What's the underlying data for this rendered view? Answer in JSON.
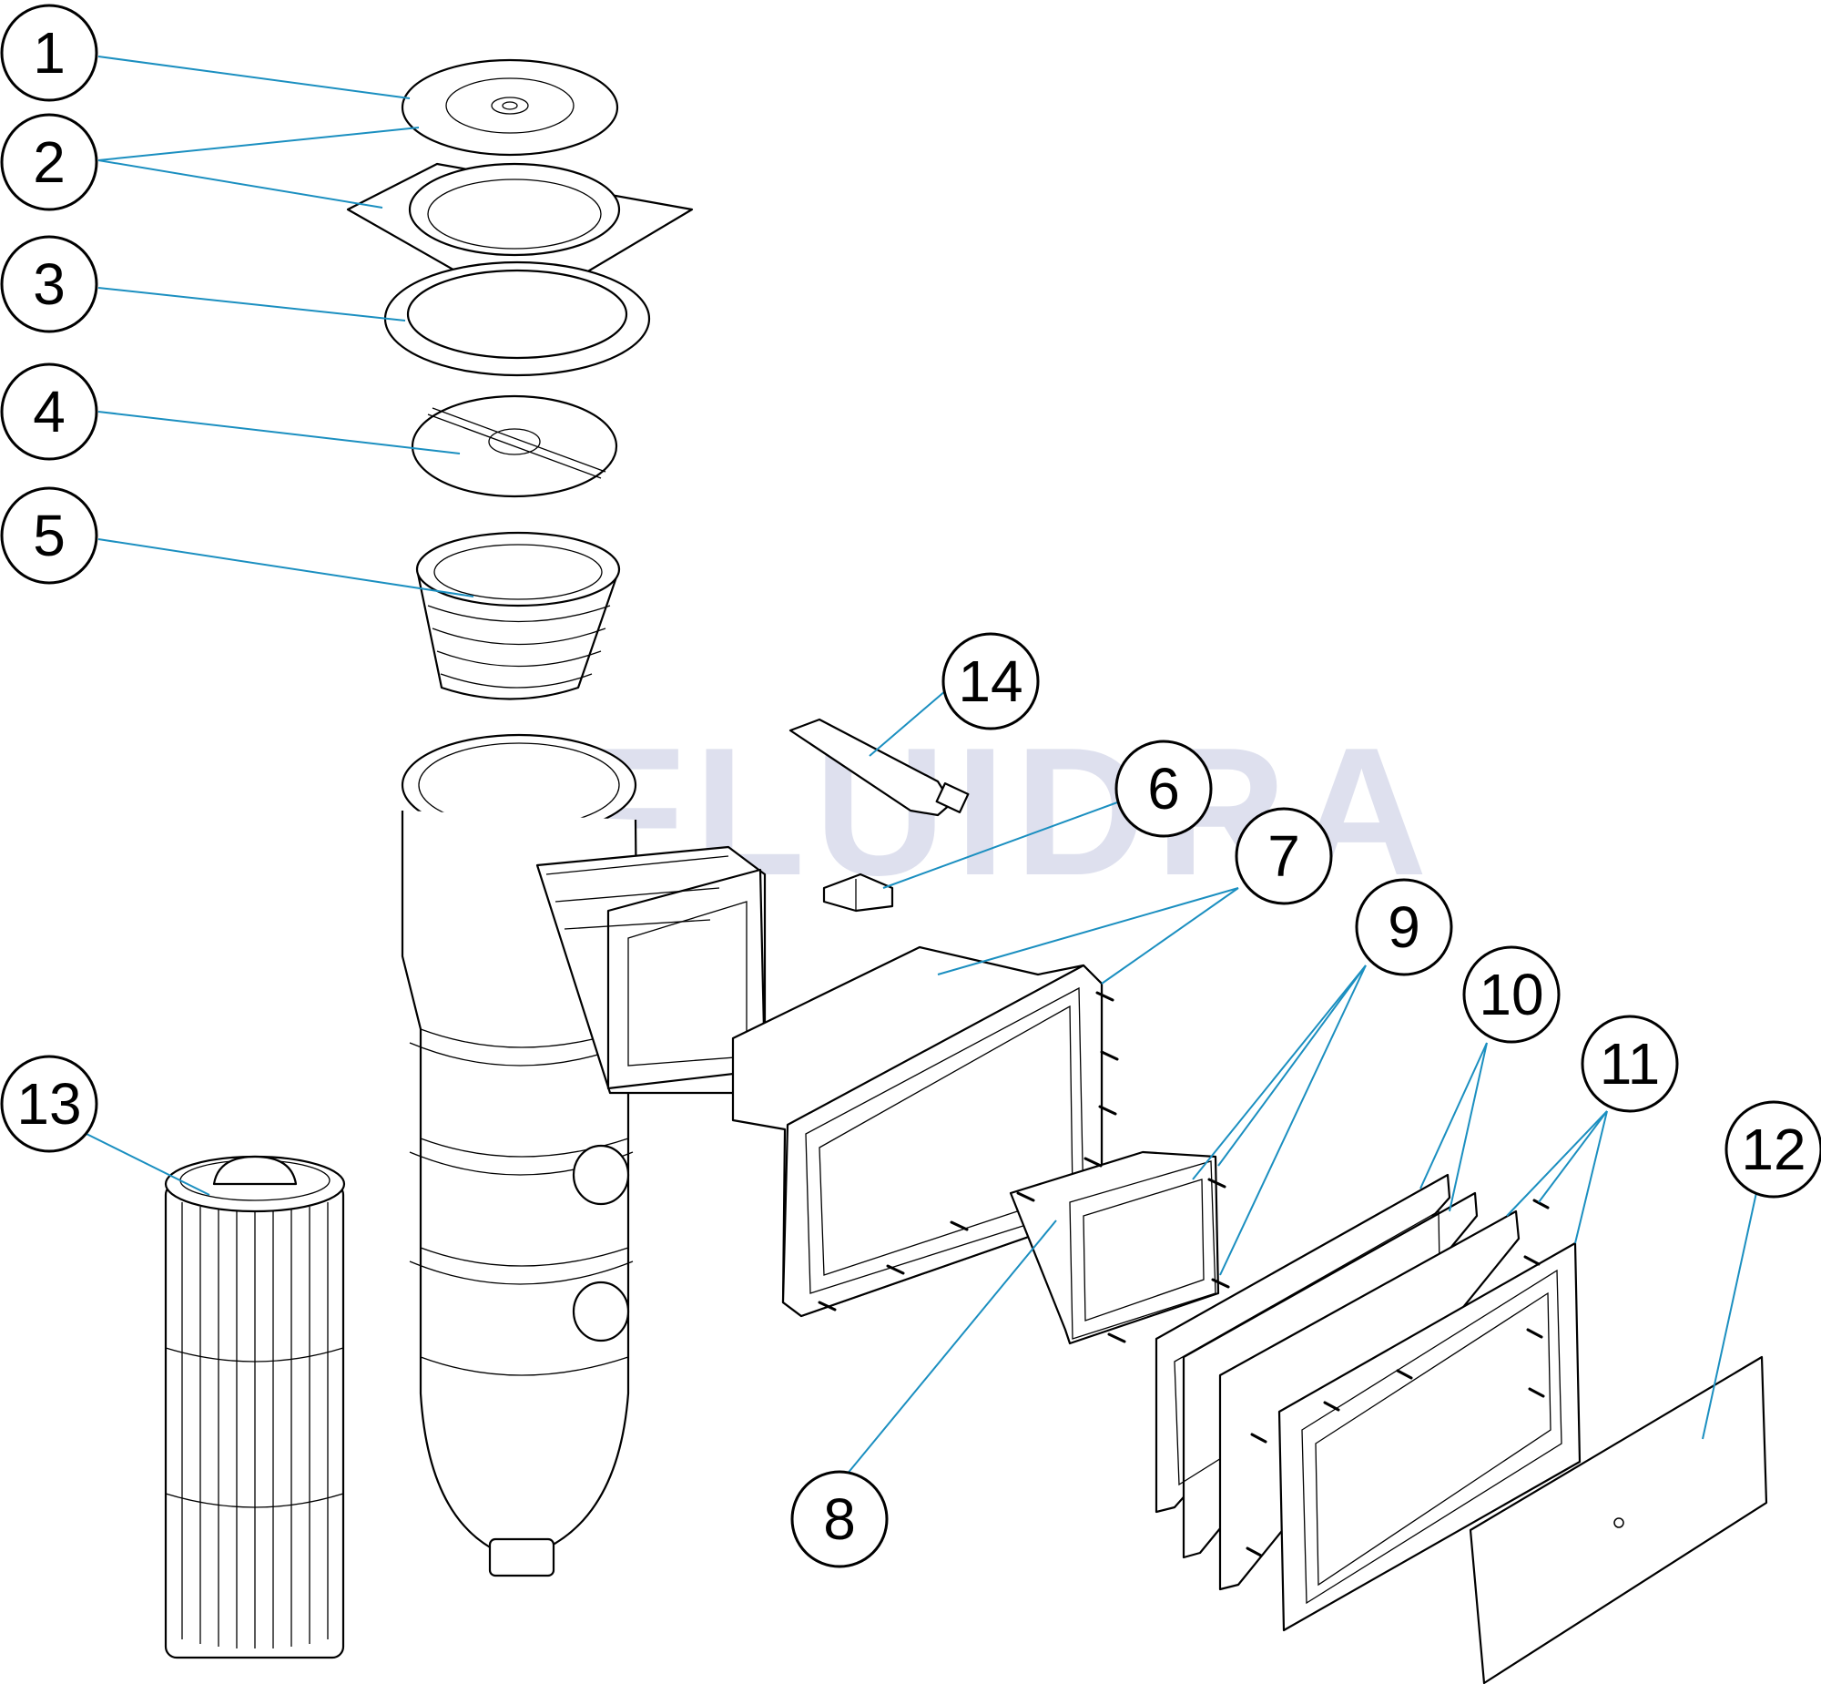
{
  "watermark": "FLUIDRA",
  "callouts": [
    {
      "id": "1",
      "label": "1"
    },
    {
      "id": "2",
      "label": "2"
    },
    {
      "id": "3",
      "label": "3"
    },
    {
      "id": "4",
      "label": "4"
    },
    {
      "id": "5",
      "label": "5"
    },
    {
      "id": "6",
      "label": "6"
    },
    {
      "id": "7",
      "label": "7"
    },
    {
      "id": "8",
      "label": "8"
    },
    {
      "id": "9",
      "label": "9"
    },
    {
      "id": "10",
      "label": "10"
    },
    {
      "id": "11",
      "label": "11"
    },
    {
      "id": "12",
      "label": "12"
    },
    {
      "id": "13",
      "label": "13"
    },
    {
      "id": "14",
      "label": "14"
    }
  ],
  "colors": {
    "leader": "#1b8fc0",
    "watermark": "#c9cde3"
  }
}
